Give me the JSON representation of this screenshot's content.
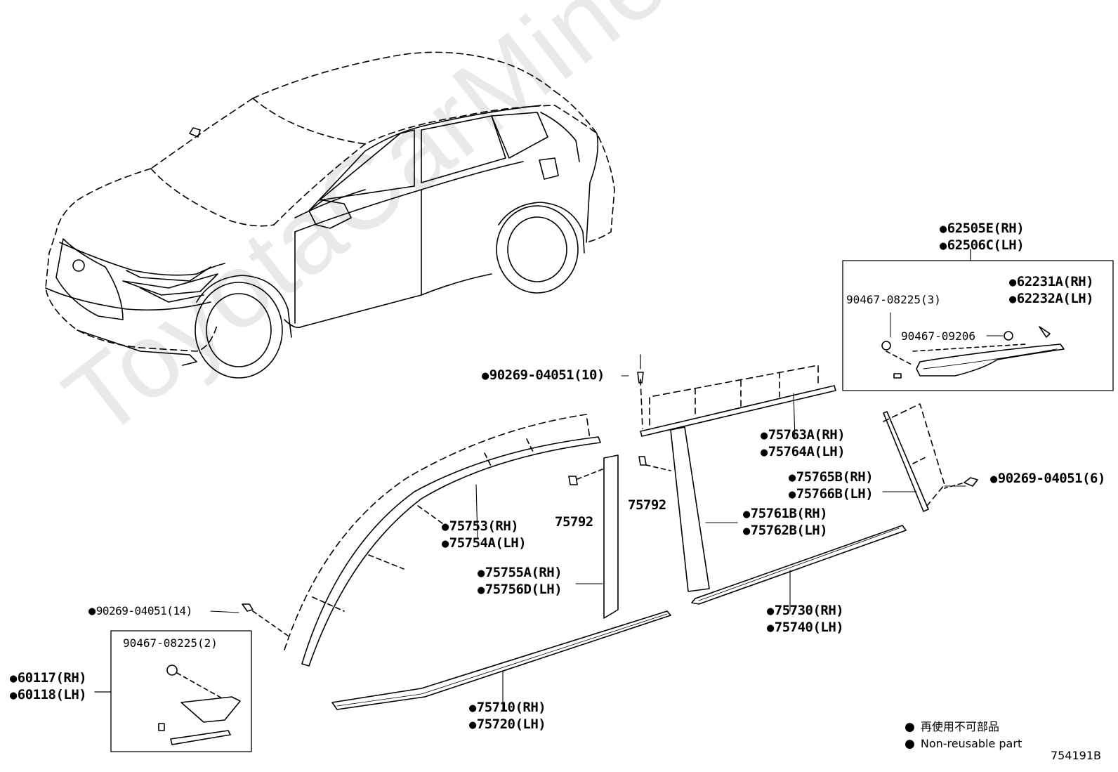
{
  "watermark": "ToyotaCarMine.ru",
  "labels": {
    "p62505": "62505E(RH)",
    "p62506": "62506C(LH)",
    "p62231": "62231A(RH)",
    "p62232": "62232A(LH)",
    "p90467_08225_3": "90467-08225(3)",
    "p90467_09206": "90467-09206",
    "p90269_10": "90269-04051(10)",
    "p75763": "75763A(RH)",
    "p75764": "75764A(LH)",
    "p75765": "75765B(RH)",
    "p75766": "75766B(LH)",
    "p90269_6": "90269-04051(6)",
    "p75792a": "75792",
    "p75792b": "75792",
    "p75761": "75761B(RH)",
    "p75762": "75762B(LH)",
    "p75753": "75753(RH)",
    "p75754": "75754A(LH)",
    "p75755": "75755A(RH)",
    "p75756": "75756D(LH)",
    "p90269_14": "90269-04051(14)",
    "p90467_08225_2": "90467-08225(2)",
    "p60117": "60117(RH)",
    "p60118": "60118(LH)",
    "p75730": "75730(RH)",
    "p75740": "75740(LH)",
    "p75710": "75710(RH)",
    "p75720": "75720(LH)"
  },
  "legend": {
    "line1": "再使用不可部品",
    "line2": "Non-reusable part"
  },
  "figure_ref": "754191B"
}
